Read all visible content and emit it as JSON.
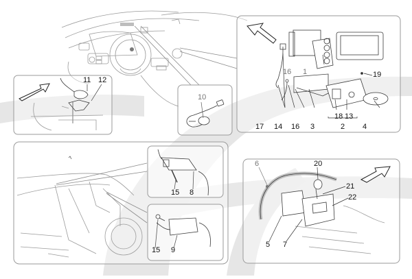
{
  "diagram": {
    "title": "",
    "kind": "exploded parts diagram",
    "colors": {
      "line": "#3a3a3a",
      "light_line": "#9a9a9a",
      "watermark": "#e4e4e4",
      "panel_border": "#9a9a9a"
    },
    "panels": [
      {
        "id": "dashboard-overview",
        "label": ""
      },
      {
        "id": "antenna-under-floor",
        "callouts": [
          "11",
          "12"
        ],
        "arrow": "direction-arrow"
      },
      {
        "id": "microphone",
        "callouts": [
          "10"
        ]
      },
      {
        "id": "head-unit",
        "callouts": [
          "1",
          "16",
          "17",
          "14",
          "16",
          "3",
          "18",
          "13",
          "2",
          "4",
          "19"
        ],
        "arrow": "direction-arrow"
      },
      {
        "id": "car-side",
        "callouts": []
      },
      {
        "id": "roof-module",
        "callouts": [
          "15",
          "8"
        ]
      },
      {
        "id": "pillar-module",
        "callouts": [
          "15",
          "9"
        ]
      },
      {
        "id": "ecu-bracket",
        "callouts": [
          "6",
          "20",
          "21",
          "22",
          "5",
          "7"
        ],
        "arrow": "direction-arrow"
      }
    ],
    "callouts": {
      "c1": "1",
      "c2": "2",
      "c3": "3",
      "c4": "4",
      "c5": "5",
      "c6": "6",
      "c7": "7",
      "c8": "8",
      "c9": "9",
      "c10": "10",
      "c11": "11",
      "c12": "12",
      "c13": "13",
      "c14": "14",
      "c15a": "15",
      "c15b": "15",
      "c16a": "16",
      "c16b": "16",
      "c17": "17",
      "c18": "18",
      "c19": "19",
      "c20": "20",
      "c21": "21",
      "c22": "22"
    }
  }
}
